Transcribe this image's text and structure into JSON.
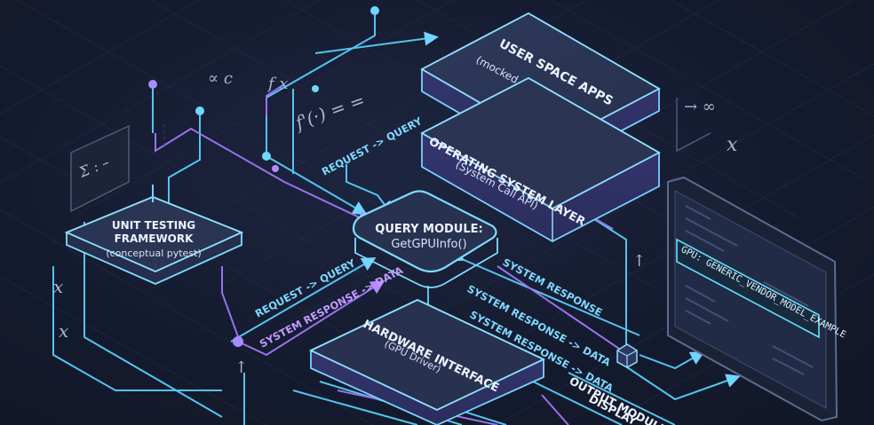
{
  "nodes": {
    "user_space": {
      "title": "USER SPACE APPS",
      "subtitle": "(mocked conceptualization)"
    },
    "os_layer": {
      "title": "OPERATING SYSTEM LAYER",
      "subtitle": "(System Call API)"
    },
    "query_module": {
      "title": "QUERY MODULE:",
      "subtitle": "GetGPUInfo()"
    },
    "unit_testing": {
      "title_line1": "UNIT TESTING",
      "title_line2": "FRAMEWORK",
      "subtitle": "(conceptual pytest)"
    },
    "hardware": {
      "title": "HARDWARE INTERFACE",
      "subtitle": "(GPU Driver)"
    },
    "output": {
      "title_line1": "OUTPUT MODULE",
      "title_line2": "DISPLAY"
    }
  },
  "flows": {
    "request_query_top": "REQUEST -> QUERY",
    "request_query_left": "REQUEST -> QUERY",
    "system_response_left": "SYSTEM RESPONSE -> DATA",
    "system_response_right_1": "SYSTEM RESPONSE",
    "system_response_right_2": "SYSTEM RESPONSE -> DATA",
    "system_response_right_3": "SYSTEM RESPONSE -> DATA"
  },
  "screen": {
    "readout": "GPU: GENERIC_VENDOR_MODEL_EXAMPLE"
  },
  "math_symbols": {
    "s1": "∝ c",
    "s2": "f x",
    "s3": "f'(·) = =",
    "s4": "Σ : –",
    "s5": "x",
    "s6": "x",
    "s7": "→ ∞",
    "s8": "x",
    "s9": "↑",
    "s10": "↑"
  },
  "colors": {
    "background": "#141a2c",
    "cyan": "#5fd0ff",
    "purple": "#a77bff",
    "label": "#eef3ff"
  }
}
